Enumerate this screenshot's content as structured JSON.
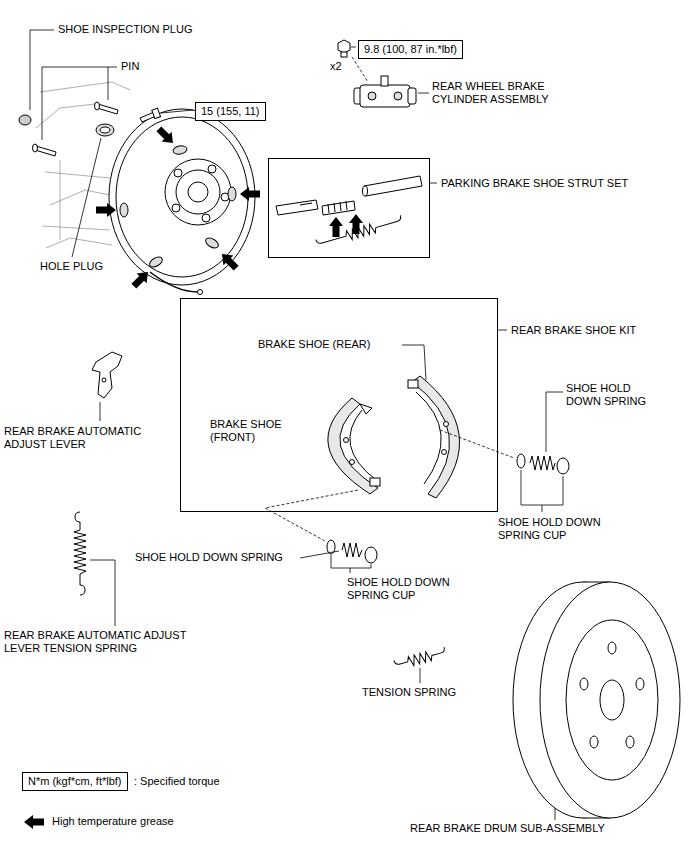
{
  "diagram": {
    "nodes": [
      {
        "text": [
          "9.8 (100, 87 in.*lbf)"
        ]
      },
      {
        "text": [
          "15 (155, 11)"
        ]
      },
      {
        "text": [
          "PARKING BRAKE SHOE STRUT SET"
        ]
      },
      {
        "text": [
          "REAR BRAKE SHOE KIT"
        ]
      },
      {
        "text": [
          "N*m (kgf*cm, ft*lbf)"
        ]
      }
    ],
    "edges": [],
    "labels": [
      "SHOE INSPECTION PLUG",
      "PIN",
      "x2",
      "REAR WHEEL BRAKE CYLINDER ASSEMBLY",
      "HOLE PLUG",
      "BRAKE SHOE (REAR)",
      "BRAKE SHOE (FRONT)",
      "SHOE HOLD DOWN SPRING",
      "SHOE HOLD DOWN SPRING CUP",
      "REAR BRAKE AUTOMATIC ADJUST LEVER",
      "SHOE HOLD DOWN SPRING",
      "SHOE HOLD DOWN SPRING CUP",
      "REAR BRAKE AUTOMATIC ADJUST LEVER TENSION SPRING",
      "TENSION SPRING",
      "REAR BRAKE DRUM SUB-ASSEMBLY",
      ": Specified torque"
    ],
    "legend": [
      {
        "text": "High temperature grease"
      }
    ]
  }
}
